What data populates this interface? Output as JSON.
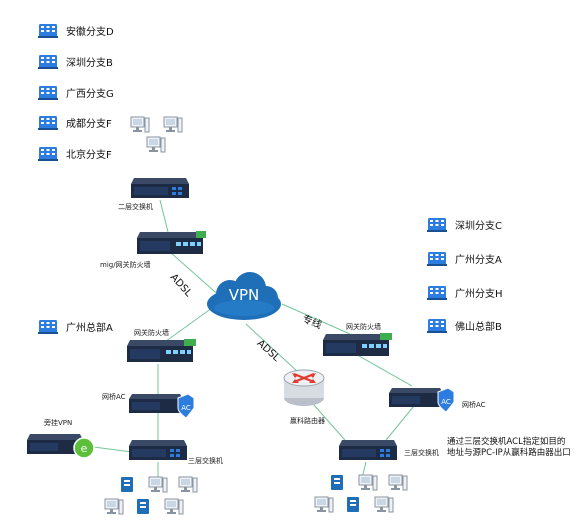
{
  "branches_left": [
    {
      "label": "安徽分支D"
    },
    {
      "label": "深圳分支B"
    },
    {
      "label": "广西分支G"
    },
    {
      "label": "成都分支F"
    },
    {
      "label": "北京分支F"
    }
  ],
  "branches_right": [
    {
      "label": "深圳分支C"
    },
    {
      "label": "广州分支A"
    },
    {
      "label": "广州分支H"
    },
    {
      "label": "佛山总部B"
    }
  ],
  "hq_left": {
    "label": "广州总部A"
  },
  "devices": {
    "switch_top": "二层交换机",
    "mig_firewall": "mig/网关防火墙",
    "left_firewall": "网关防火墙",
    "left_ac": "网桥AC",
    "vpn_box": "旁挂VPN",
    "left_l3_switch": "三层交换机",
    "router": "赢科路由器",
    "right_firewall": "网关防火墙",
    "right_ac": "网桥AC",
    "right_l3_switch": "三层交换机"
  },
  "cloud": {
    "label": "VPN"
  },
  "links": {
    "adsl_top": "ADSL",
    "adsl_mid": "ADSL",
    "dedicated": "专线"
  },
  "note": "通过三层交换机ACL指定如目的地址与源PC-IP从赢科路由器出口",
  "colors": {
    "cloud": "#1f6fb8",
    "link": "#74c69a",
    "device_body": "#1d2b44",
    "device_panel": "#243a60",
    "accent": "#2d7de0"
  }
}
